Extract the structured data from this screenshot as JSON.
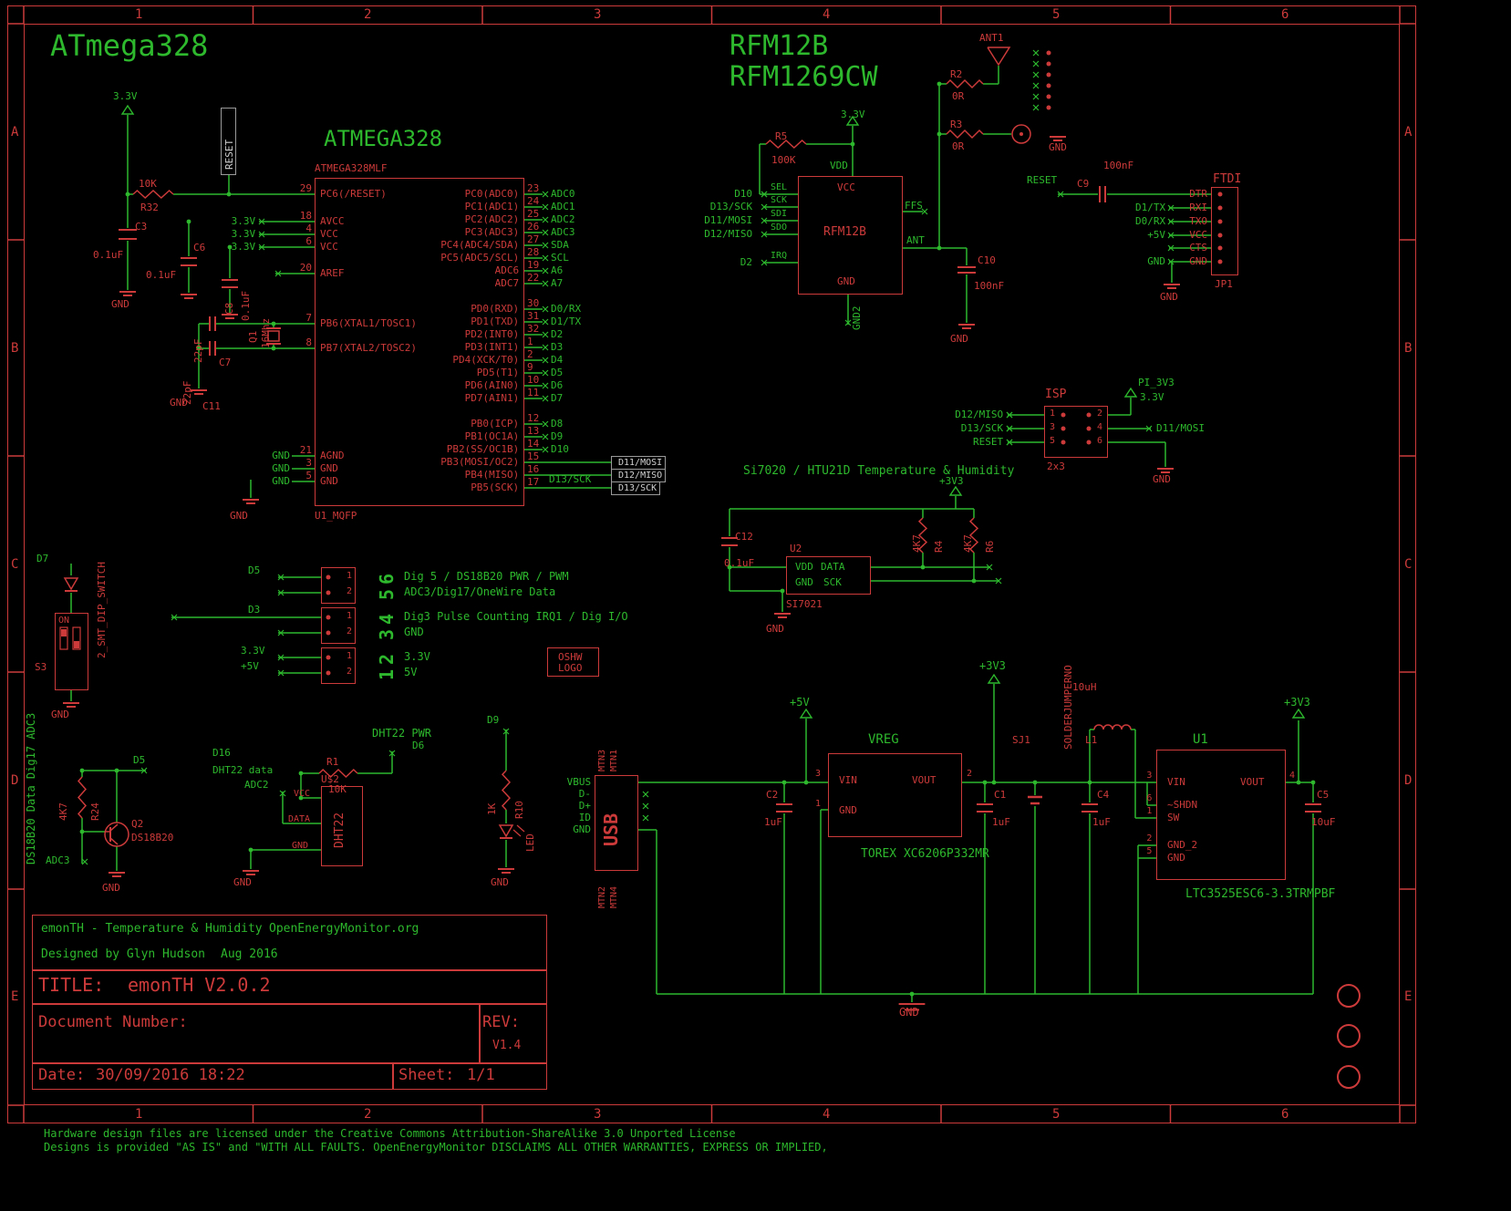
{
  "frame": {
    "cols": [
      "1",
      "2",
      "3",
      "4",
      "5",
      "6"
    ],
    "rows": [
      "A",
      "B",
      "C",
      "D",
      "E"
    ]
  },
  "titles": {
    "main": "ATmega328",
    "rfm1": "RFM12B",
    "rfm2": "RFM1269CW",
    "mcu_heading": "ATMEGA328",
    "si_heading": "Si7020 / HTU21D Temperature & Humidity"
  },
  "mcu": {
    "part": "ATMEGA328MLF",
    "ref": "U1_MQFP",
    "gnd": "GND",
    "left_pins": [
      {
        "num": "29",
        "name": "PC6(/RESET)",
        "net": ""
      },
      {
        "num": "18",
        "name": "AVCC",
        "net": "3.3V"
      },
      {
        "num": "4",
        "name": "VCC",
        "net": "3.3V"
      },
      {
        "num": "6",
        "name": "VCC",
        "net": "3.3V"
      },
      {
        "num": "20",
        "name": "AREF",
        "net": ""
      },
      {
        "num": "7",
        "name": "PB6(XTAL1/TOSC1)",
        "net": ""
      },
      {
        "num": "8",
        "name": "PB7(XTAL2/TOSC2)",
        "net": ""
      },
      {
        "num": "21",
        "name": "AGND",
        "net": "GND"
      },
      {
        "num": "3",
        "name": "GND",
        "net": "GND"
      },
      {
        "num": "5",
        "name": "GND",
        "net": "GND"
      }
    ],
    "right_pins": [
      {
        "num": "23",
        "name": "PC0(ADC0)",
        "net": "ADC0"
      },
      {
        "num": "24",
        "name": "PC1(ADC1)",
        "net": "ADC1"
      },
      {
        "num": "25",
        "name": "PC2(ADC2)",
        "net": "ADC2"
      },
      {
        "num": "26",
        "name": "PC3(ADC3)",
        "net": "ADC3"
      },
      {
        "num": "27",
        "name": "PC4(ADC4/SDA)",
        "net": "SDA"
      },
      {
        "num": "28",
        "name": "PC5(ADC5/SCL)",
        "net": "SCL"
      },
      {
        "num": "19",
        "name": "ADC6",
        "net": "A6"
      },
      {
        "num": "22",
        "name": "ADC7",
        "net": "A7"
      },
      {
        "num": "30",
        "name": "PD0(RXD)",
        "net": "D0/RX"
      },
      {
        "num": "31",
        "name": "PD1(TXD)",
        "net": "D1/TX"
      },
      {
        "num": "32",
        "name": "PD2(INT0)",
        "net": "D2"
      },
      {
        "num": "1",
        "name": "PD3(INT1)",
        "net": "D3"
      },
      {
        "num": "2",
        "name": "PD4(XCK/T0)",
        "net": "D4"
      },
      {
        "num": "9",
        "name": "PD5(T1)",
        "net": "D5"
      },
      {
        "num": "10",
        "name": "PD6(AIN0)",
        "net": "D6"
      },
      {
        "num": "11",
        "name": "PD7(AIN1)",
        "net": "D7"
      },
      {
        "num": "12",
        "name": "PB0(ICP)",
        "net": "D8"
      },
      {
        "num": "13",
        "name": "PB1(OC1A)",
        "net": "D9"
      },
      {
        "num": "14",
        "name": "PB2(SS/OC1B)",
        "net": "D10"
      },
      {
        "num": "15",
        "name": "PB3(MOSI/OC2)",
        "net": "",
        "flag": "D11/MOSI"
      },
      {
        "num": "16",
        "name": "PB4(MISO)",
        "net": "",
        "flag": "D12/MISO"
      },
      {
        "num": "17",
        "name": "PB5(SCK)",
        "net": "D13/SCK",
        "flag": "D13/SCK"
      }
    ]
  },
  "reset_circuit": {
    "v33": "3.3V",
    "flag": "RESET",
    "r32": "R32",
    "r32_val": "10K",
    "c3": "C3",
    "c3_val": "0.1uF",
    "gnd": "GND"
  },
  "decoupling": {
    "c6": "C6",
    "c6_val": "0.1uF",
    "c8": "C8",
    "c8_val": "0.1uF"
  },
  "xtal": {
    "q1": "Q1",
    "q1_val": "16Mhz",
    "c7": "C7",
    "c7_val": "22pF",
    "c11": "C11",
    "c11_val": "22pF",
    "gnd": "GND"
  },
  "rfm": {
    "chip": "RFM12B",
    "vcc": "VCC",
    "gnd": "GND",
    "vdd": "VDD",
    "v33": "3.3V",
    "rows": [
      {
        "net": "D10",
        "pin": "SEL"
      },
      {
        "net": "D13/SCK",
        "pin": "SCK"
      },
      {
        "net": "D11/MOSI",
        "pin": "SDI"
      },
      {
        "net": "D12/MISO",
        "pin": "SDO"
      },
      {
        "net": "D2",
        "pin": "IRQ"
      }
    ],
    "ffs": "FFS",
    "ant": "ANT",
    "gnd2": "GND2",
    "r5": "R5",
    "r5_val": "100K",
    "c10": "C10",
    "c10_val": "100nF",
    "ant1": "ANT1",
    "r2": "R2",
    "r2_val": "0R",
    "r3": "R3",
    "r3_val": "0R",
    "gnd_b": "GND",
    "gnd_c": "GND"
  },
  "ftdi": {
    "label": "FTDI",
    "ref": "JP1",
    "reset": "RESET",
    "c9": "C9",
    "c9_val": "100nF",
    "gnd": "GND",
    "rows": [
      {
        "net": "",
        "pin": "DTR"
      },
      {
        "net": "D1/TX",
        "pin": "RXI"
      },
      {
        "net": "D0/RX",
        "pin": "TXO"
      },
      {
        "net": "+5V",
        "pin": "VCC"
      },
      {
        "net": "",
        "pin": "CTS"
      },
      {
        "net": "GND",
        "pin": "GND"
      }
    ]
  },
  "isp": {
    "label": "ISP",
    "size": "2x3",
    "gnd": "GND",
    "supply": "PI_3V3",
    "supply_v": "3.3V",
    "left": [
      {
        "net": "D12/MISO",
        "num": "1"
      },
      {
        "net": "D13/SCK",
        "num": "3"
      },
      {
        "net": "RESET",
        "num": "5"
      }
    ],
    "right": [
      {
        "net": "",
        "num": "2"
      },
      {
        "net": "D11/MOSI",
        "num": "4"
      },
      {
        "net": "",
        "num": "6"
      }
    ]
  },
  "si": {
    "u2": "U2",
    "chip": "SI7021",
    "p1": "VDD",
    "p2": "DATA",
    "p3": "GND",
    "p4": "SCK",
    "c12": "C12",
    "c12_val": "0.1uF",
    "r4": "R4",
    "r4_val": "4K7",
    "r6": "R6",
    "r6_val": "4K7",
    "v33": "+3V3",
    "gnd": "GND"
  },
  "terminals": {
    "digits": [
      "6",
      "5",
      "4",
      "3",
      "2",
      "1"
    ],
    "pin1": "1",
    "pin2": "2",
    "nets": {
      "d5": "D5",
      "d3": "D3",
      "v33": "3.3V",
      "v5": "+5V"
    },
    "desc": [
      "Dig 5 / DS18B20 PWR / PWM",
      "ADC3/Dig17/OneWire Data",
      "Dig3 Pulse Counting IRQ1 / Dig I/O",
      "GND",
      "3.3V",
      "5V"
    ]
  },
  "oshw": {
    "l1": "OSHW",
    "l2": "LOGO"
  },
  "dip": {
    "d7": "D7",
    "s3": "S3",
    "part": "2_SMT_DIP_SWITCH",
    "on": "ON",
    "gnd": "GND"
  },
  "ds18b20": {
    "d5": "D5",
    "r24": "R24",
    "r24_val": "4K7",
    "q2": "Q2",
    "q2_val": "DS18B20",
    "adc3": "ADC3",
    "gnd": "GND",
    "note": "DS18B20 Data Dig17 ADC3"
  },
  "dht": {
    "d16": "D16",
    "note": "DHT22 data",
    "adc2": "ADC2",
    "ref": "U$2",
    "chip": "DHT22",
    "vcc": "VCC",
    "data": "DATA",
    "gnd": "GND",
    "r1": "R1",
    "r1_val": "10K",
    "pwr": "DHT22 PWR",
    "d6": "D6",
    "gnd2": "GND"
  },
  "led": {
    "d9": "D9",
    "r10": "R10",
    "r10_val": "1K",
    "label": "LED",
    "gnd": "GND"
  },
  "usb": {
    "label": "USB",
    "pins": [
      "VBUS",
      "D-",
      "D+",
      "ID",
      "GND"
    ],
    "mtn_top": [
      "MTN3",
      "MTN1"
    ],
    "mtn_bot": [
      "MTN2",
      "MTN4"
    ]
  },
  "power": {
    "v5": "+5V",
    "v33a": "+3V3",
    "v33b": "+3V3",
    "vreg": "VREG",
    "vreg_part": "TOREX XC6206P332MR",
    "vreg_vin": "VIN",
    "vreg_vout": "VOUT",
    "vreg_gnd": "GND",
    "n1": "1",
    "n2": "2",
    "n3": "3",
    "c2": "C2",
    "c2_val": "1uF",
    "c1": "C1",
    "c1_val": "1uF",
    "c4": "C4",
    "c4_val": "1uF",
    "c5": "C5",
    "c5_val": "10uF",
    "sj1": "SJ1",
    "sj1_part": "SOLDERJUMPERNO",
    "l1": "L1",
    "l1_val": "10uH",
    "u1": "U1",
    "u1_part": "LTC3525ESC6-3.3TRMPBF",
    "u1_pins": [
      {
        "name": "VIN",
        "num": "3"
      },
      {
        "name": "~SHDN",
        "num": "6"
      },
      {
        "name": "SW",
        "num": "1"
      },
      {
        "name": "GND_2",
        "num": "2"
      },
      {
        "name": "GND",
        "num": "5"
      }
    ],
    "u1_vout": "VOUT",
    "u1_vout_num": "4",
    "gnd": "GND"
  },
  "titleblock": {
    "project": "emonTH - Temperature & Humidity",
    "org": "OpenEnergyMonitor.org",
    "designer": "Designed by Glyn Hudson",
    "designed_date": "Aug 2016",
    "title_label": "TITLE:",
    "title_value": "emonTH V2.0.2",
    "doc_label": "Document Number:",
    "rev_label": "REV:",
    "rev_value": "V1.4",
    "date_label": "Date:",
    "date_value": "30/09/2016 18:22",
    "sheet_label": "Sheet:",
    "sheet_value": "1/1"
  },
  "license": {
    "line1": "Hardware design files are licensed under the Creative Commons Attribution-ShareAlike 3.0 Unported License",
    "line2": "Designs is provided \"AS IS\" and \"WITH ALL FAULTS. OpenEnergyMonitor DISCLAIMS ALL OTHER WARRANTIES, EXPRESS OR IMPLIED,"
  }
}
